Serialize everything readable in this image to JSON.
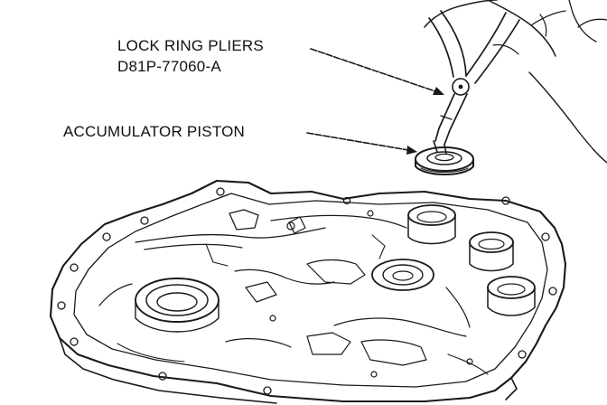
{
  "callouts": [
    {
      "id": "lock-ring-pliers",
      "lines": [
        "LOCK RING PLIERS",
        "D81P-77060-A"
      ]
    },
    {
      "id": "accumulator-piston",
      "lines": [
        "ACCUMULATOR PISTON"
      ]
    }
  ],
  "colors": {
    "ink": "#1a1a1a",
    "background": "#ffffff",
    "shade": "#cfcfcf"
  }
}
